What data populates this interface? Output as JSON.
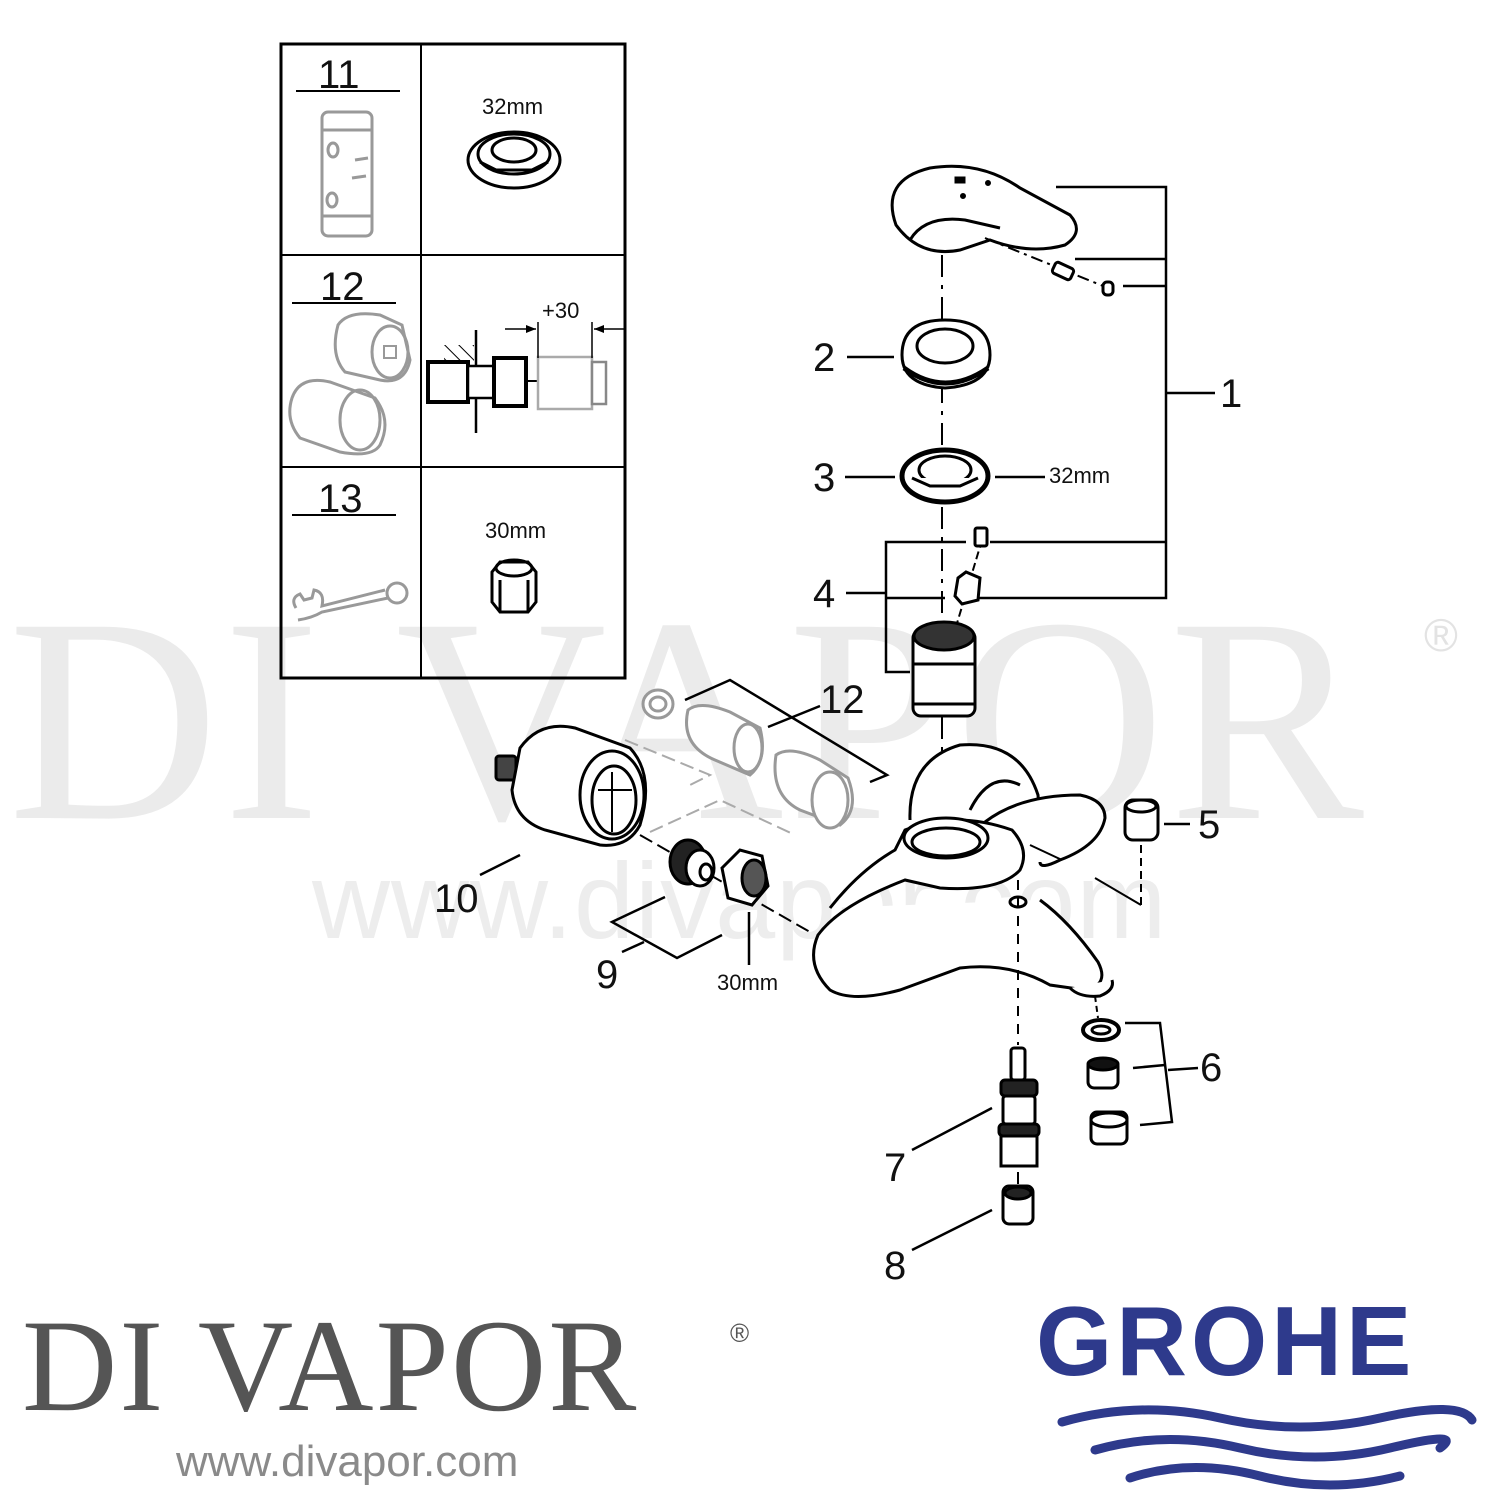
{
  "watermark": {
    "text": "DI VAPOR",
    "registered": "®",
    "url": "www.divapor.com",
    "color": "#ebebeb"
  },
  "inset_table": {
    "rows": [
      {
        "part_number": "11",
        "tool": "cartridge-removal-socket",
        "detail_label": "32mm",
        "detail_item": "locknut"
      },
      {
        "part_number": "12",
        "tool": "extension-pieces",
        "detail_label": "+30",
        "detail_item": "wall-extension-diagram"
      },
      {
        "part_number": "13",
        "tool": "wrench",
        "detail_label": "30mm",
        "detail_item": "hex-nut"
      }
    ]
  },
  "callouts": [
    {
      "number": "1",
      "part": "lever handle assembly"
    },
    {
      "number": "2",
      "part": "cover cap"
    },
    {
      "number": "3",
      "part": "locknut",
      "dimension": "32mm"
    },
    {
      "number": "4",
      "part": "cartridge with screw and adapter"
    },
    {
      "number": "5",
      "part": "cap"
    },
    {
      "number": "6",
      "part": "aerator set"
    },
    {
      "number": "7",
      "part": "diverter"
    },
    {
      "number": "8",
      "part": "diverter knob"
    },
    {
      "number": "9",
      "part": "S-union and nut",
      "dimension": "30mm"
    },
    {
      "number": "10",
      "part": "wall flange"
    },
    {
      "number": "12",
      "part": "extension set"
    }
  ],
  "footer": {
    "brand_left": "DI VAPOR",
    "brand_left_registered": "®",
    "brand_left_url": "www.divapor.com",
    "brand_right": "GROHE",
    "brand_right_color": "#2e3a8c",
    "brand_left_color": "#555555"
  }
}
